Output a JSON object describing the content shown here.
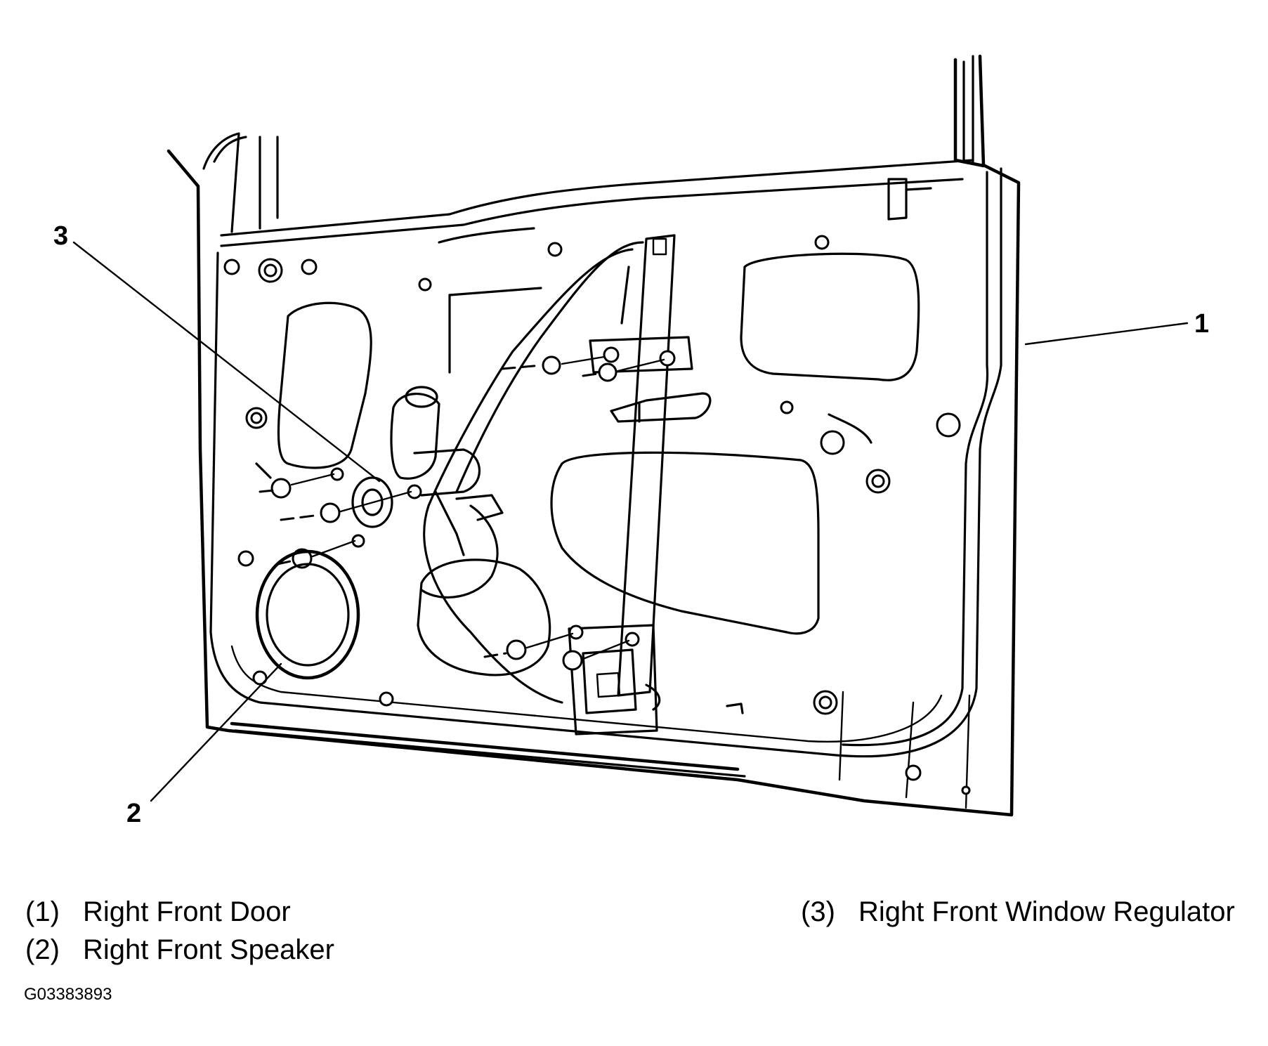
{
  "callouts": {
    "c1": "1",
    "c2": "2",
    "c3": "3"
  },
  "legend": [
    {
      "num": "(1)",
      "label": "Right Front Door"
    },
    {
      "num": "(2)",
      "label": "Right Front Speaker"
    },
    {
      "num": "(3)",
      "label": "Right Front Window Regulator"
    }
  ],
  "figure_id": "G03383893"
}
